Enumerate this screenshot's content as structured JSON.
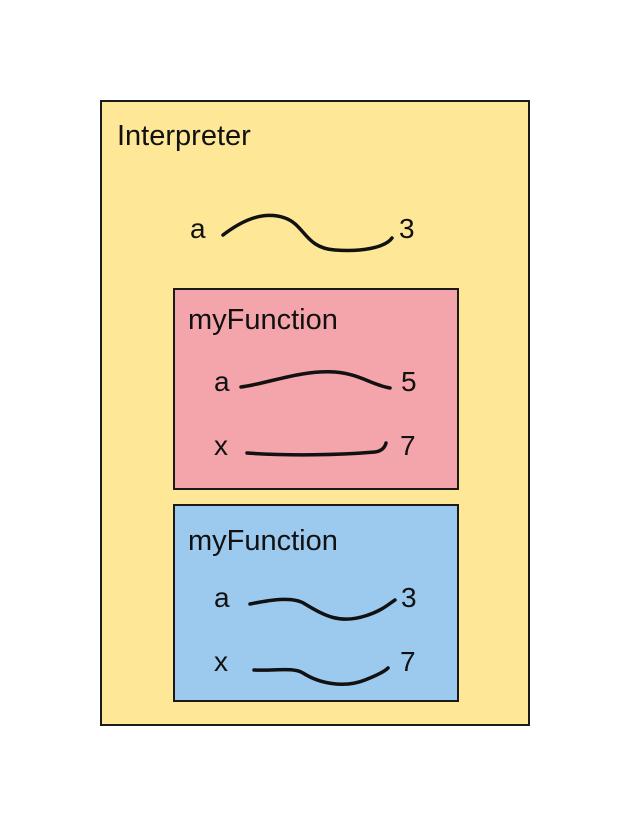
{
  "colors": {
    "interpreter": "#FEE796",
    "frame_top": "#F4A4AB",
    "frame_bottom": "#9CC9EE",
    "stroke": "#1a1a1a"
  },
  "interpreter": {
    "title": "Interpreter",
    "binding": {
      "name": "a",
      "value": "3"
    }
  },
  "frames": [
    {
      "title": "myFunction",
      "bindings": [
        {
          "name": "a",
          "value": "5"
        },
        {
          "name": "x",
          "value": "7"
        }
      ]
    },
    {
      "title": "myFunction",
      "bindings": [
        {
          "name": "a",
          "value": "3"
        },
        {
          "name": "x",
          "value": "7"
        }
      ]
    }
  ]
}
